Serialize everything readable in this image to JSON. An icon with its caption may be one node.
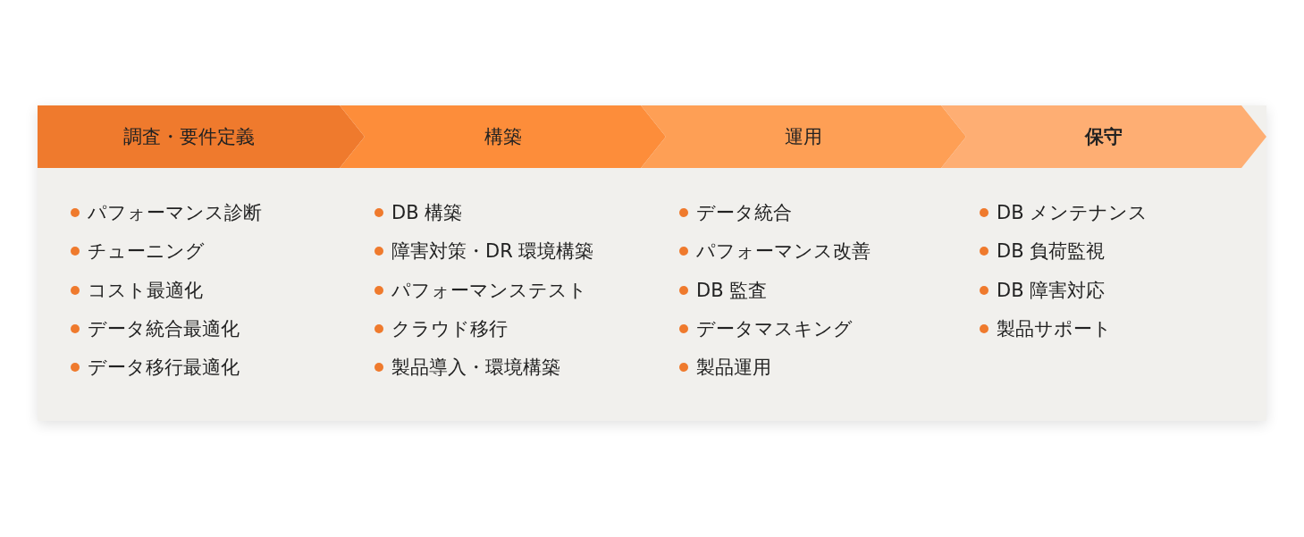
{
  "diagram": {
    "nodes": [
      {
        "text": [
          "調査・要件定義"
        ],
        "beside": [
          "パフォーマンス診断",
          "チューニング",
          "コスト最適化",
          "データ統合最適化",
          "データ移行最適化"
        ]
      },
      {
        "text": [
          "構築"
        ],
        "beside": [
          "DB 構築",
          "障害対策・DR 環境構築",
          "パフォーマンステスト",
          "クラウド移行",
          "製品導入・環境構築"
        ]
      },
      {
        "text": [
          "運用"
        ],
        "beside": [
          "データ統合",
          "パフォーマンス改善",
          "DB 監査",
          "データマスキング",
          "製品運用"
        ]
      },
      {
        "text": [
          "保守"
        ],
        "beside": [
          "DB メンテナンス",
          "DB 負荷監視",
          "DB 障害対応",
          "製品サポート"
        ]
      }
    ]
  }
}
